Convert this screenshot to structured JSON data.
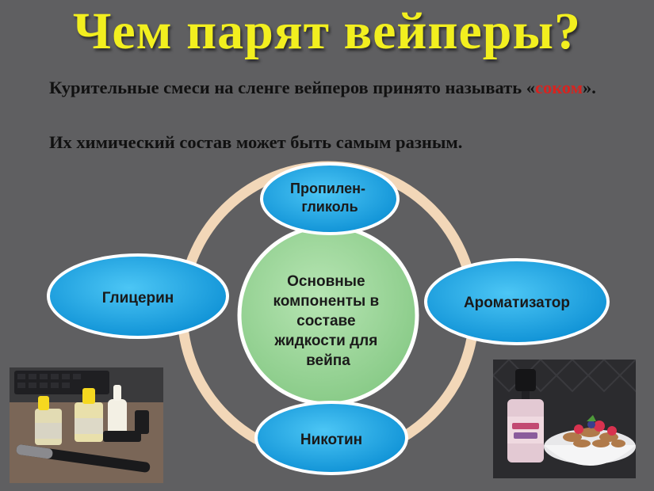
{
  "title": "Чем парят вейперы?",
  "intro": {
    "line1_before": "Курительные смеси на сленге вейперов принято называть «",
    "highlight": "соком",
    "line1_after": "».",
    "line2": "Их химический состав может быть самым разным.",
    "highlight_color": "#d8231f"
  },
  "diagram": {
    "center": [
      "Основные",
      "компоненты в",
      "составе",
      "жидкости для",
      "вейпа"
    ],
    "nodes": {
      "top": [
        "Пропилен-",
        "гликоль"
      ],
      "left": [
        "Глицерин"
      ],
      "right": [
        "Ароматизатор"
      ],
      "bottom": [
        "Никотин"
      ]
    },
    "colors": {
      "ring": "#f2d7b8",
      "node_fill": "#17a8e8",
      "node_stroke": "#ffffff",
      "center_fill": "#9bd59a",
      "center_stroke": "#ffffff"
    }
  }
}
